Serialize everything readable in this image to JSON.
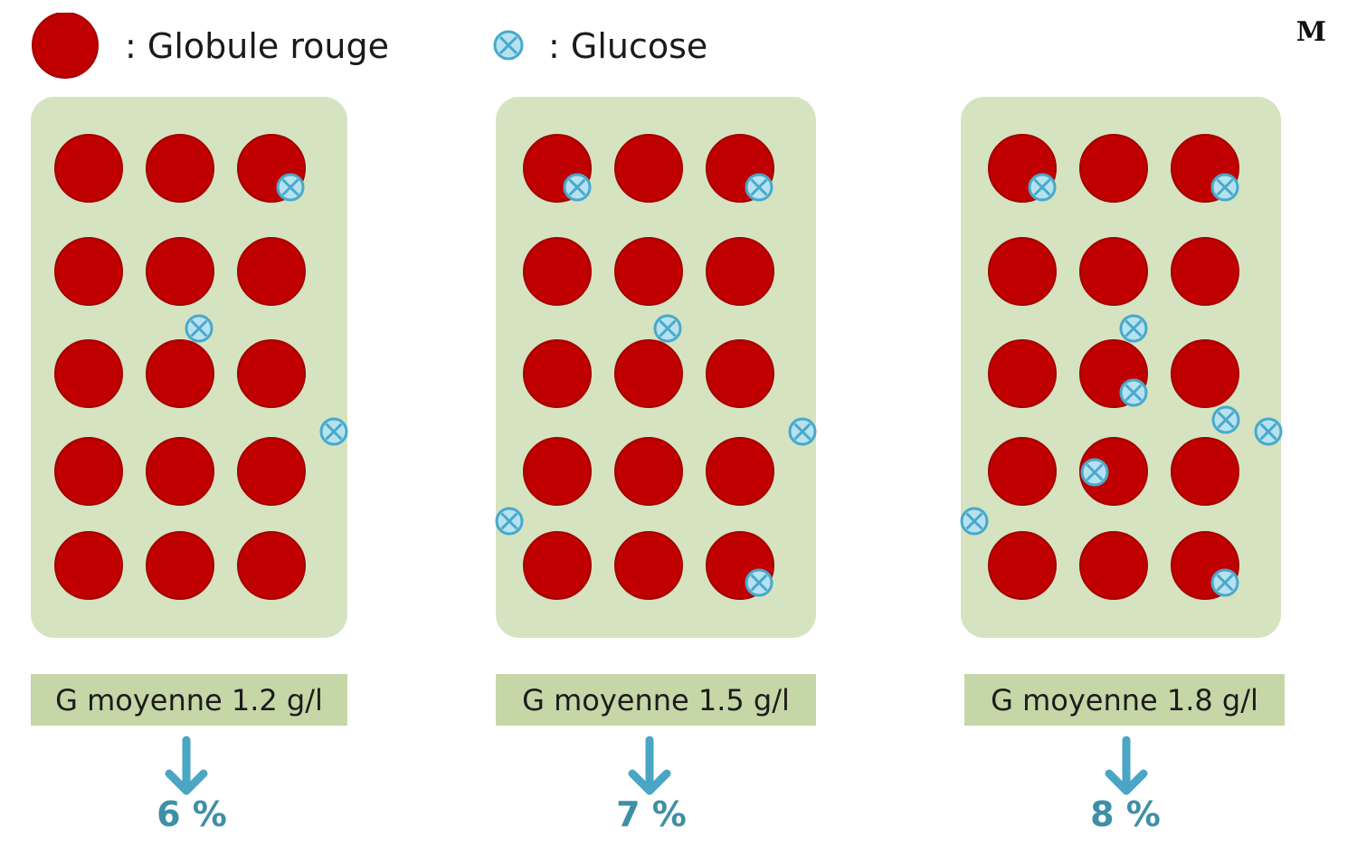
{
  "legend": {
    "red_cell_label": ": Globule rouge",
    "glucose_label": ": Glucose"
  },
  "corner_letter": "M",
  "colors": {
    "red_cell": "#c00000",
    "red_cell_edge": "#a30000",
    "glucose_fill": "#b7e1ef",
    "glucose_stroke": "#47a9cc",
    "panel": "#d6e3c0",
    "caption_bar": "#c5d6a7",
    "arrow": "#4aa6c4",
    "percent_text": "#3f8fa6"
  },
  "panels": [
    {
      "caption": "G moyenne 1.2 g/l",
      "percent": "6 %",
      "red_cell_count": 15,
      "glucose_count": 3
    },
    {
      "caption": "G moyenne 1.5 g/l",
      "percent": "7 %",
      "red_cell_count": 15,
      "glucose_count": 6
    },
    {
      "caption": "G moyenne 1.8 g/l",
      "percent": "8 %",
      "red_cell_count": 15,
      "glucose_count": 9
    }
  ]
}
